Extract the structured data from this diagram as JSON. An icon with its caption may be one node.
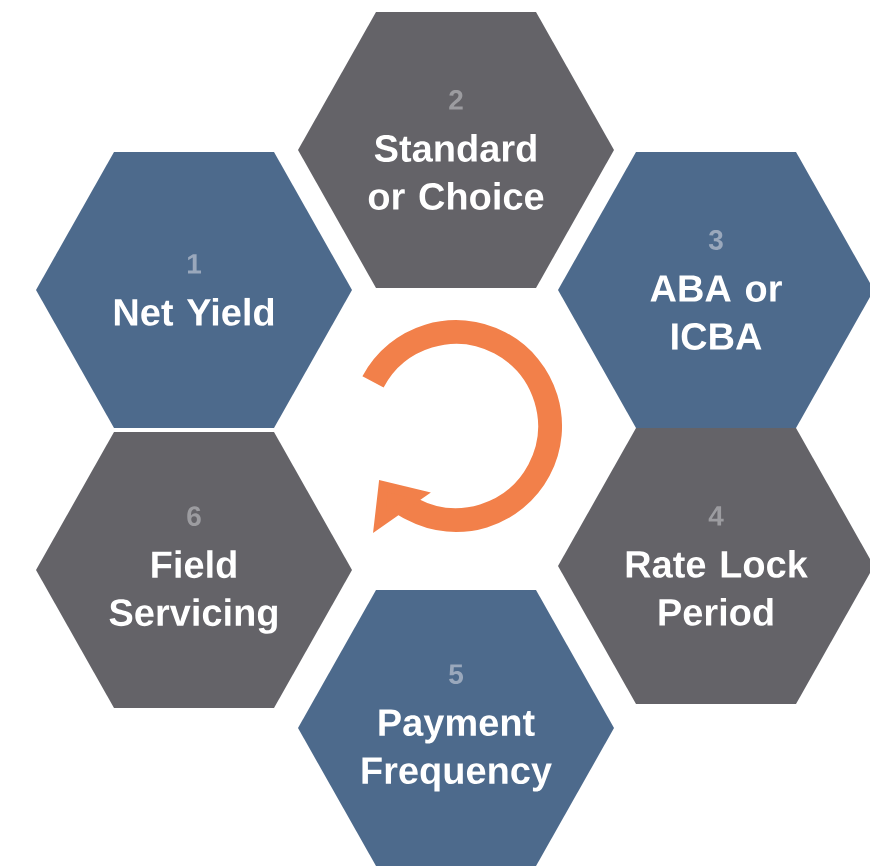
{
  "diagram": {
    "nodes": [
      {
        "text": [
          "1",
          "Net Yield"
        ]
      },
      {
        "text": [
          "2",
          "Standard or Choice"
        ]
      },
      {
        "text": [
          "3",
          "ABA or ICBA"
        ]
      },
      {
        "text": [
          "4",
          "Rate Lock Period"
        ]
      },
      {
        "text": [
          "5",
          "Payment Frequency"
        ]
      },
      {
        "text": [
          "6",
          "Field Servicing"
        ]
      }
    ]
  }
}
